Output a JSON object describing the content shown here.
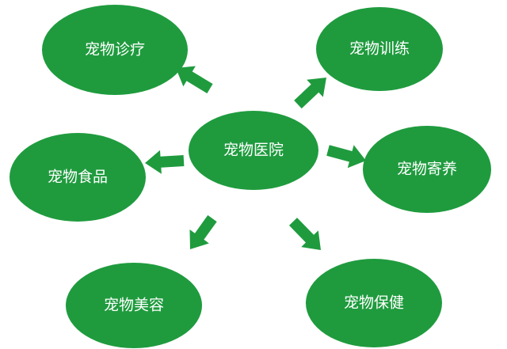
{
  "colors": {
    "background": "#ffffff",
    "node_fill": "#1f9b3e",
    "node_text": "#ffffff",
    "arrow_fill": "#1f9b3e"
  },
  "diagram": {
    "center": {
      "id": "hospital",
      "label": "宠物医院"
    },
    "nodes": [
      {
        "id": "treatment",
        "label": "宠物诊疗"
      },
      {
        "id": "training",
        "label": "宠物训练"
      },
      {
        "id": "food",
        "label": "宠物食品"
      },
      {
        "id": "boarding",
        "label": "宠物寄养"
      },
      {
        "id": "grooming",
        "label": "宠物美容"
      },
      {
        "id": "healthcare",
        "label": "宠物保健"
      }
    ],
    "edges": [
      {
        "from": "hospital",
        "to": "treatment"
      },
      {
        "from": "hospital",
        "to": "training"
      },
      {
        "from": "hospital",
        "to": "food"
      },
      {
        "from": "hospital",
        "to": "boarding"
      },
      {
        "from": "hospital",
        "to": "grooming"
      },
      {
        "from": "hospital",
        "to": "healthcare"
      }
    ]
  }
}
